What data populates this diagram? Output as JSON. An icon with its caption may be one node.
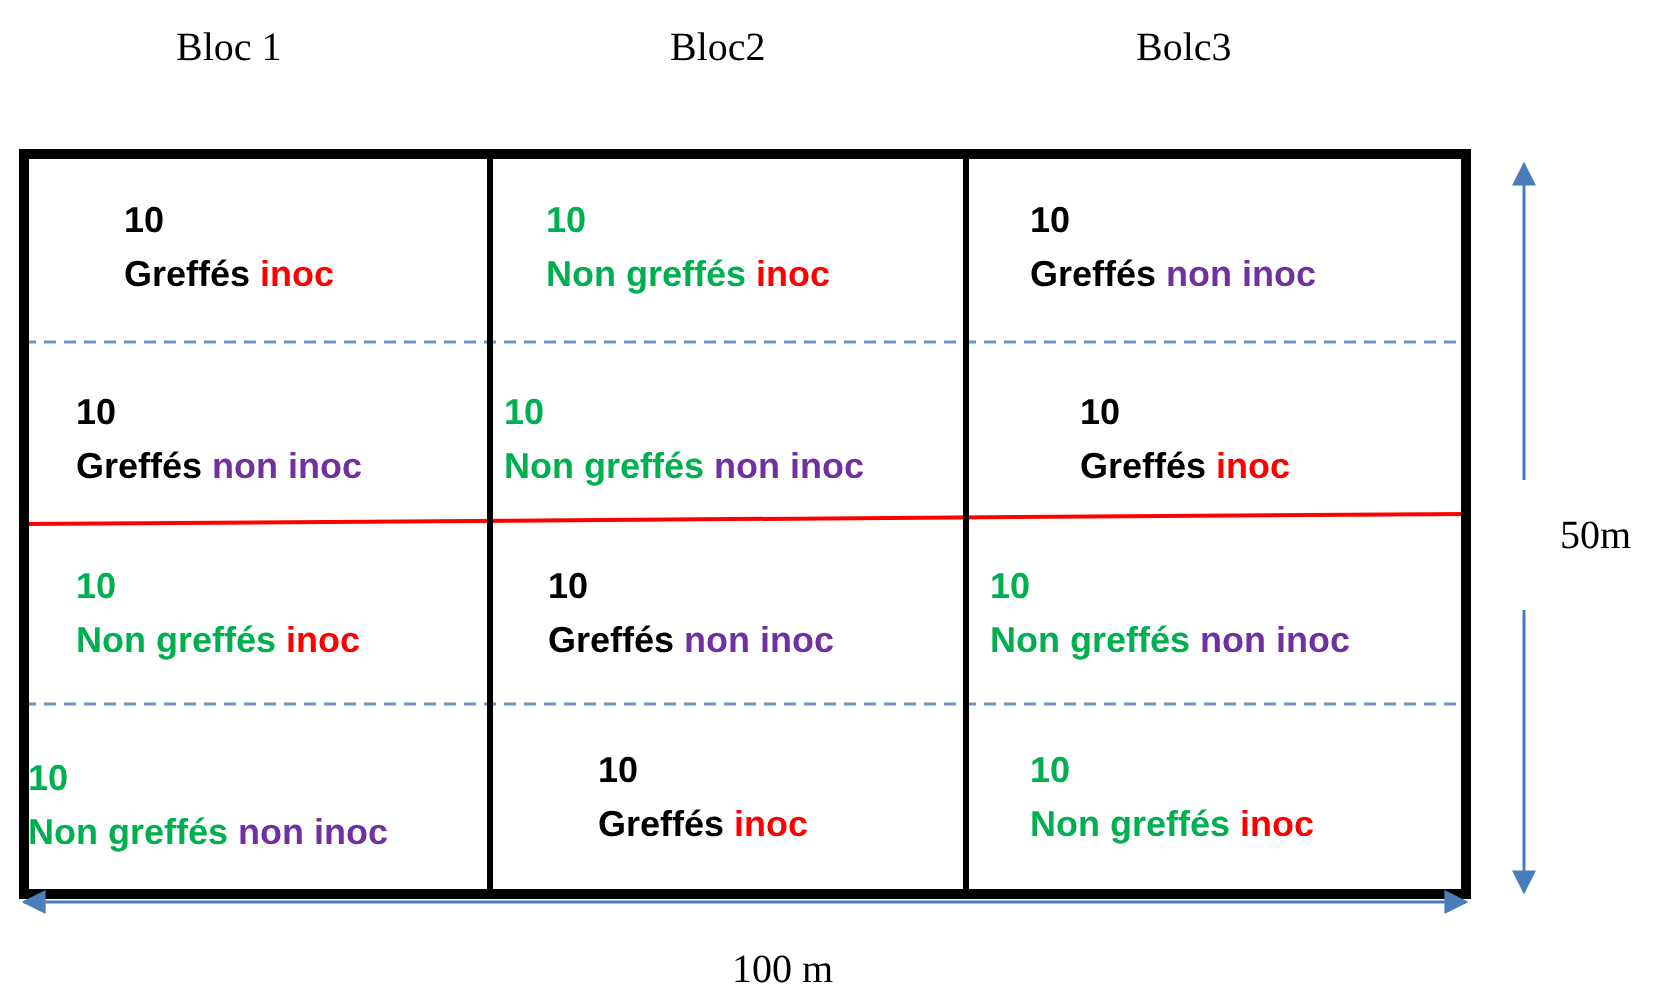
{
  "diagram": {
    "nodes": [
      {
        "text": [
          "10",
          "Greffés",
          "inoc"
        ]
      },
      {
        "text": [
          "10",
          "Non greffés",
          "inoc"
        ]
      },
      {
        "text": [
          "10",
          "Greffés",
          "non inoc"
        ]
      },
      {
        "text": [
          "10",
          "Greffés",
          "non inoc"
        ]
      },
      {
        "text": [
          "10",
          "Non greffés",
          "non inoc"
        ]
      },
      {
        "text": [
          "10",
          "Greffés",
          "inoc"
        ]
      },
      {
        "text": [
          "10",
          "Non greffés",
          "inoc"
        ]
      },
      {
        "text": [
          "10",
          "Greffés",
          "non inoc"
        ]
      },
      {
        "text": [
          "10",
          "Non greffés",
          "non inoc"
        ]
      },
      {
        "text": [
          "10",
          "Non greffés",
          "non inoc"
        ]
      },
      {
        "text": [
          "10",
          "Greffés",
          "inoc"
        ]
      },
      {
        "text": [
          "10",
          "Non greffés",
          "inoc"
        ]
      }
    ],
    "edges": [],
    "labels": [
      "Bloc 1",
      "Bloc2",
      "Bolc3",
      "50m",
      "100 m"
    ]
  }
}
